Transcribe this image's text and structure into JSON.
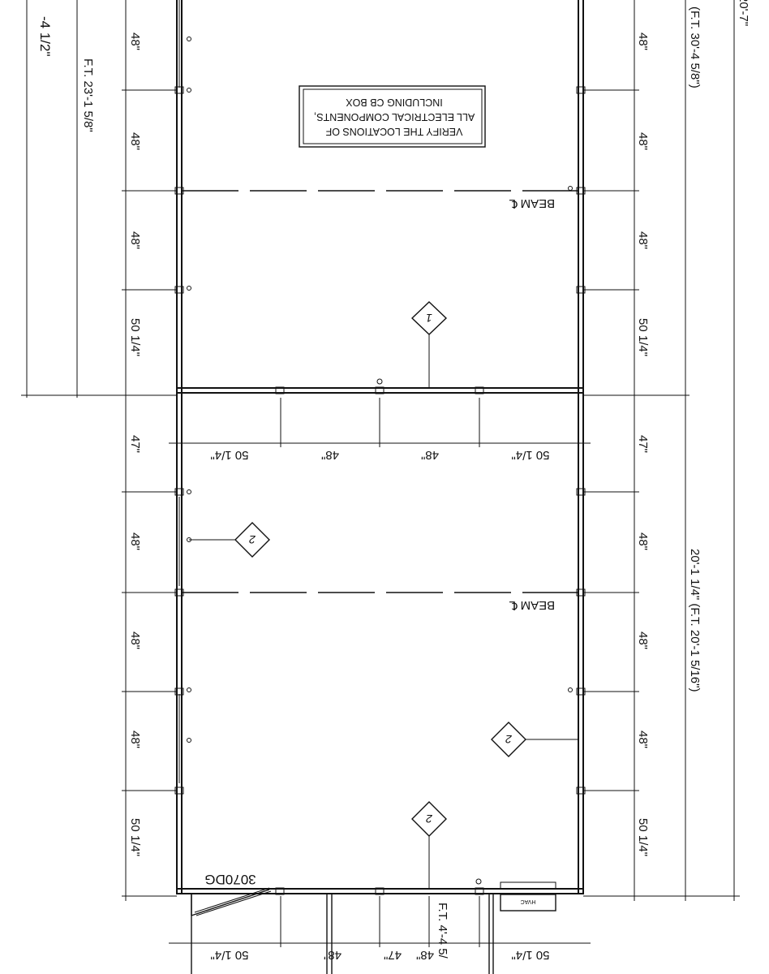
{
  "left_dims": {
    "far_left": "-4 1/2\"",
    "ft_upper": "F.T. 23'-1 5/8\"",
    "seg": [
      "48\"",
      "48\"",
      "48\"",
      "50 1/4\"",
      "47\"",
      "48\"",
      "48\"",
      "48\"",
      "50 1/4\""
    ]
  },
  "right_dims": {
    "top_edge": "20'-7\"",
    "ft_upper": "(F.T. 30'-4 5/8\")",
    "lower_total": "20'-1 1/4\"  (F.T. 20'-1 5/16\")",
    "seg": [
      "48\"",
      "48\"",
      "48\"",
      "50 1/4\"",
      "47\"",
      "48\"",
      "48\"",
      "48\"",
      "50 1/4\""
    ]
  },
  "mid_dims": [
    "50 1/4\"",
    "48\"",
    "48\"",
    "50 1/4\""
  ],
  "bottom_dims": [
    "50 1/4\"",
    "48\"",
    "47\"",
    "48\"",
    "50 1/4\""
  ],
  "bottom_ft": "F.T. 4'-4 5/",
  "note": {
    "line1": "VERIFY THE LOCATIONS OF",
    "line2": "ALL ELECTRICAL COMPONENTS,",
    "line3": "INCLUDING CB BOX"
  },
  "beam_upper": "BEAM ℄",
  "beam_lower": "BEAM ℄",
  "tags": [
    "1",
    "2",
    "2",
    "2"
  ],
  "door": "3070DG",
  "hvac": "HVAC"
}
